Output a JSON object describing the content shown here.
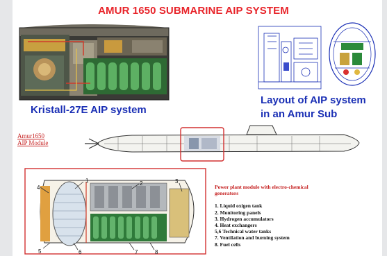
{
  "title": "AMUR 1650 SUBMARINE AIP SYSTEM",
  "captions": {
    "kristall": "Kristall-27E AIP system",
    "layout_line1": "Layout of AIP system",
    "layout_line2": "in an Amur Sub"
  },
  "module_label": {
    "line1": "Amur1650",
    "line2": "AIP Module"
  },
  "legend": {
    "heading_line1": "Power plant module with electro-chemical",
    "heading_line2": "generators",
    "items": [
      "1. Liquid oxigen tank",
      "2. Monitoring panels",
      "3. Hydrogen accumulators",
      "4. Heat exchangers",
      "5,6 Technical water tanks",
      "7. Ventilation and burning system",
      "8. Fuel cells"
    ]
  },
  "callouts": [
    "1",
    "2",
    "3",
    "4",
    "5",
    "6",
    "7",
    "8"
  ],
  "colors": {
    "title_red": "#e8242a",
    "caption_blue": "#1a2fb5",
    "highlight_red": "#d23030"
  }
}
